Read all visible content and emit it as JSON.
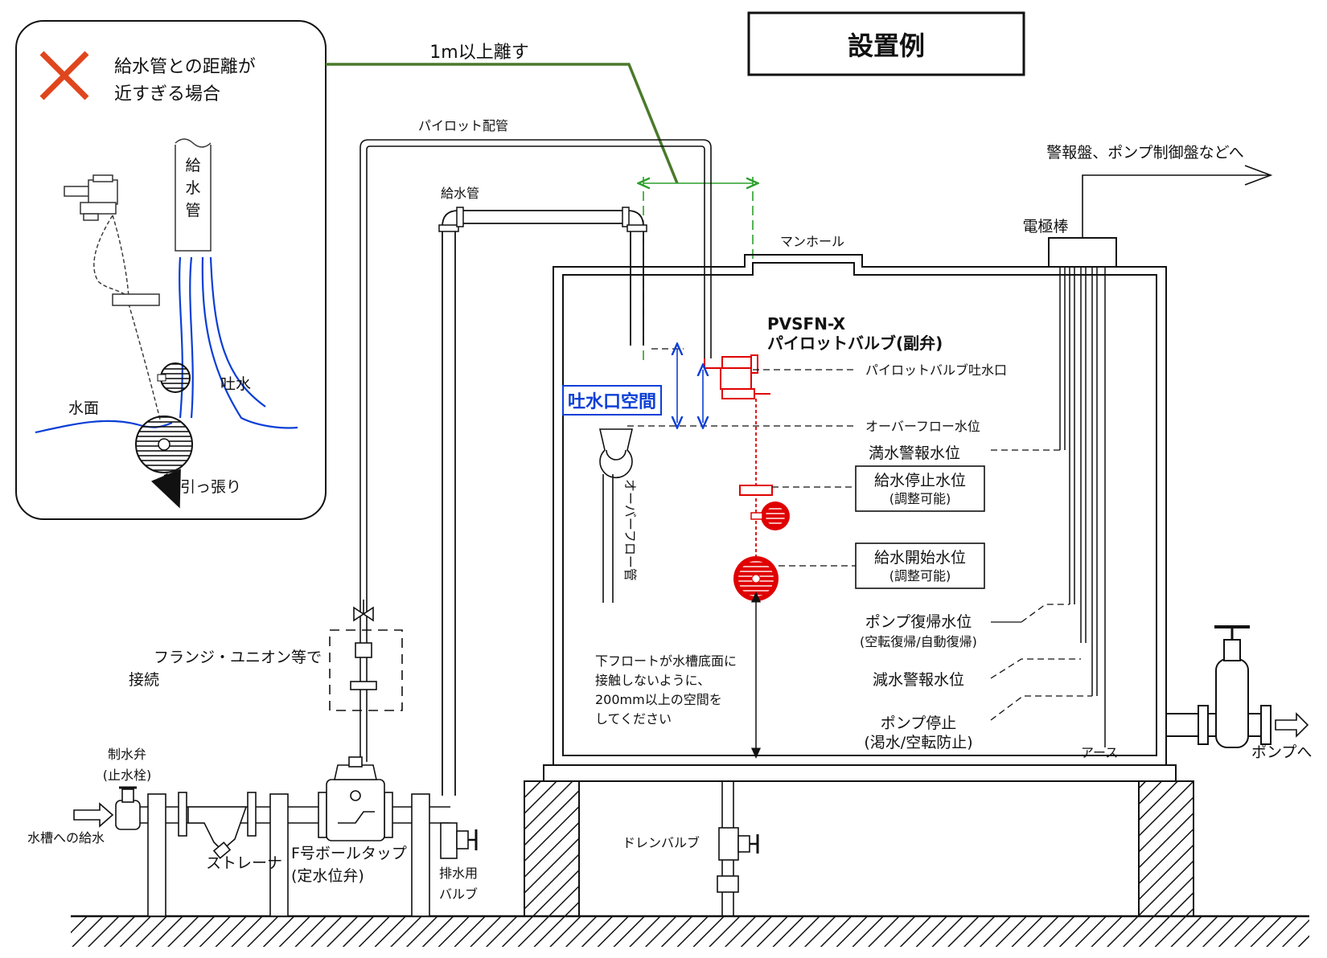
{
  "title": "設置例",
  "wrong_example": {
    "heading_line1": "給水管との距離が",
    "heading_line2": "近すぎる場合",
    "supply_pipe_chars": [
      "給",
      "水",
      "管"
    ],
    "discharge": "吐水",
    "water_surface": "水面",
    "pulled": "引っ張り"
  },
  "distance_note": "1m以上離す",
  "pilot_piping": "パイロット配管",
  "supply_pipe": "給水管",
  "manhole": "マンホール",
  "electrode": "電極棒",
  "alarm_dest": "警報盤、ポンプ制御盤などへ",
  "pilot_valve": {
    "model": "PVSFN-X",
    "name": "パイロットバルブ(副弁)"
  },
  "outlet_space": "吐水口空間",
  "pilot_outlet": "パイロットバルブ吐水口",
  "overflow_level": "オーバーフロー水位",
  "full_alarm": "満水警報水位",
  "stop_level": {
    "label": "給水停止水位",
    "sub": "(調整可能)"
  },
  "start_level": {
    "label": "給水開始水位",
    "sub": "(調整可能)"
  },
  "overflow_pipe": "オーバーフロー管",
  "pump_reset": {
    "label": "ポンプ復帰水位",
    "sub": "(空転復帰/自動復帰)"
  },
  "low_alarm": "減水警報水位",
  "pump_stop": {
    "label": "ポンプ停止",
    "sub": "(渇水/空転防止)"
  },
  "earth": "アース",
  "to_pump": "ポンプへ",
  "float_note": [
    "下フロートが水槽底面に",
    "接触しないように、",
    "200mm以上の空間を",
    "してください"
  ],
  "flange_note": {
    "line1": "フランジ・ユニオン等で",
    "line2": "接続"
  },
  "gate_valve": {
    "line1": "制水弁",
    "line2": "(止水栓)"
  },
  "tank_supply": "水槽への給水",
  "strainer": "ストレーナ",
  "ball_tap": {
    "line1": "F号ボールタップ",
    "line2": "(定水位弁)"
  },
  "drain_valve_label": {
    "line1": "排水用",
    "line2": "バルブ"
  },
  "drain_valve": "ドレンバルブ",
  "colors": {
    "pipe": "#333333",
    "float": "#e00000",
    "guide_line": "#2ca02c",
    "blue": "#0b3fd6",
    "note_line": "#4a7a2a"
  }
}
